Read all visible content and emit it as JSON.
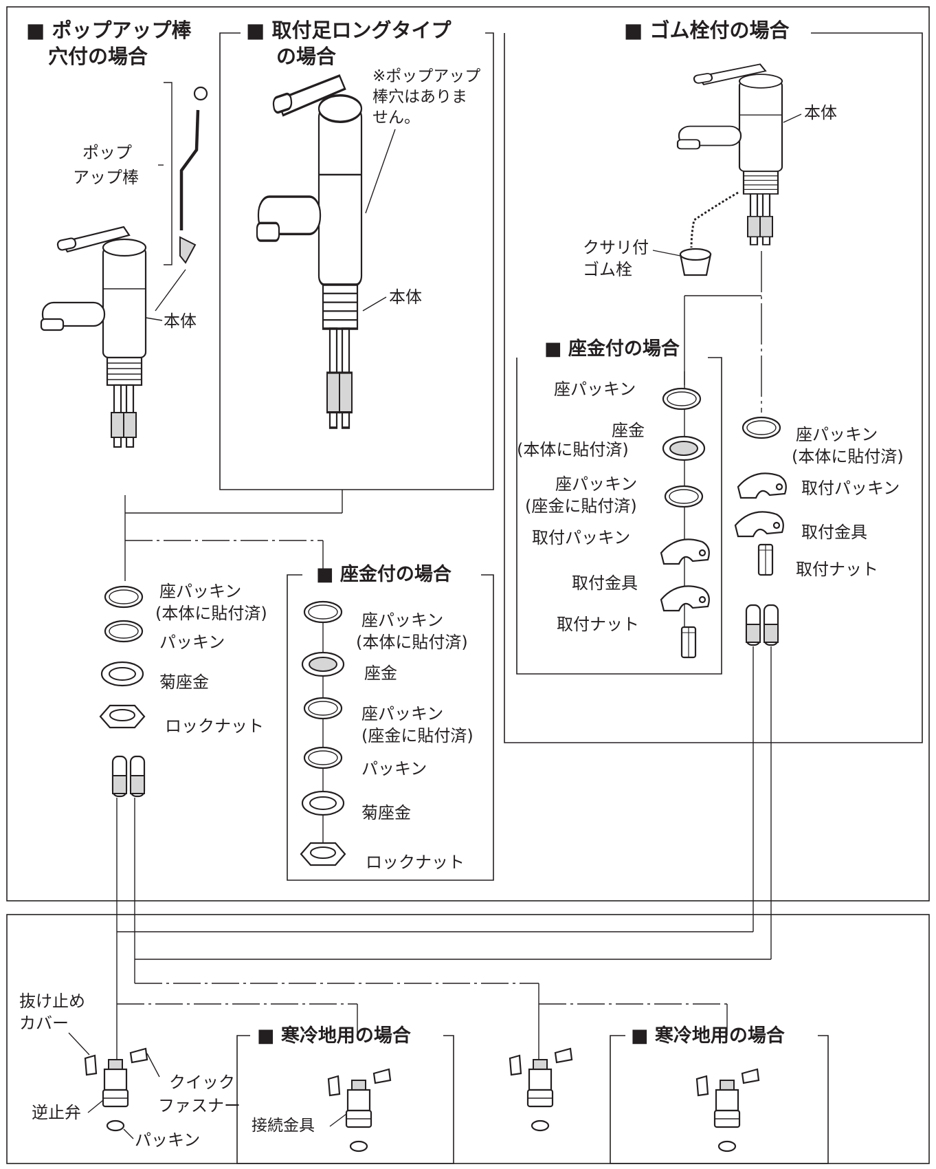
{
  "sections": {
    "popup": {
      "title1": "■ ポップアップ棒",
      "title2": "穴付の場合"
    },
    "long": {
      "title1": "■ 取付足ロングタイプ",
      "title2": "の場合",
      "note1": "※ポップアップ",
      "note2": "棒穴はありま",
      "note3": "せん。"
    },
    "rubber": {
      "title": "■ ゴム栓付の場合"
    },
    "washer_left": {
      "title": "■ 座金付の場合"
    },
    "washer_right": {
      "title": "■ 座金付の場合"
    },
    "cold1": {
      "title": "■ 寒冷地用の場合"
    },
    "cold2": {
      "title": "■ 寒冷地用の場合"
    }
  },
  "labels": {
    "popup_rod1": "ポップ",
    "popup_rod2": "アップ棒",
    "body": "本体",
    "seat_packing": "座パッキン",
    "body_attached": "(本体に貼付済)",
    "packing": "パッキン",
    "kiku_washer": "菊座金",
    "lock_nut": "ロックナット",
    "washer": "座金",
    "washer_attached": "(座金に貼付済)",
    "chain1": "クサリ付",
    "chain2": "ゴム栓",
    "mount_packing": "取付パッキン",
    "mount_bracket": "取付金具",
    "mount_nut": "取付ナット",
    "cover1": "抜け止め",
    "cover2": "カバー",
    "quick1": "クイック",
    "quick2": "ファスナー",
    "check_valve": "逆止弁",
    "connector": "接続金具"
  },
  "icons": [
    "faucet-icon",
    "ring-icon",
    "hex-nut-icon",
    "mounting-bracket-icon",
    "hose-icon",
    "check-valve-icon",
    "clip-icon"
  ]
}
